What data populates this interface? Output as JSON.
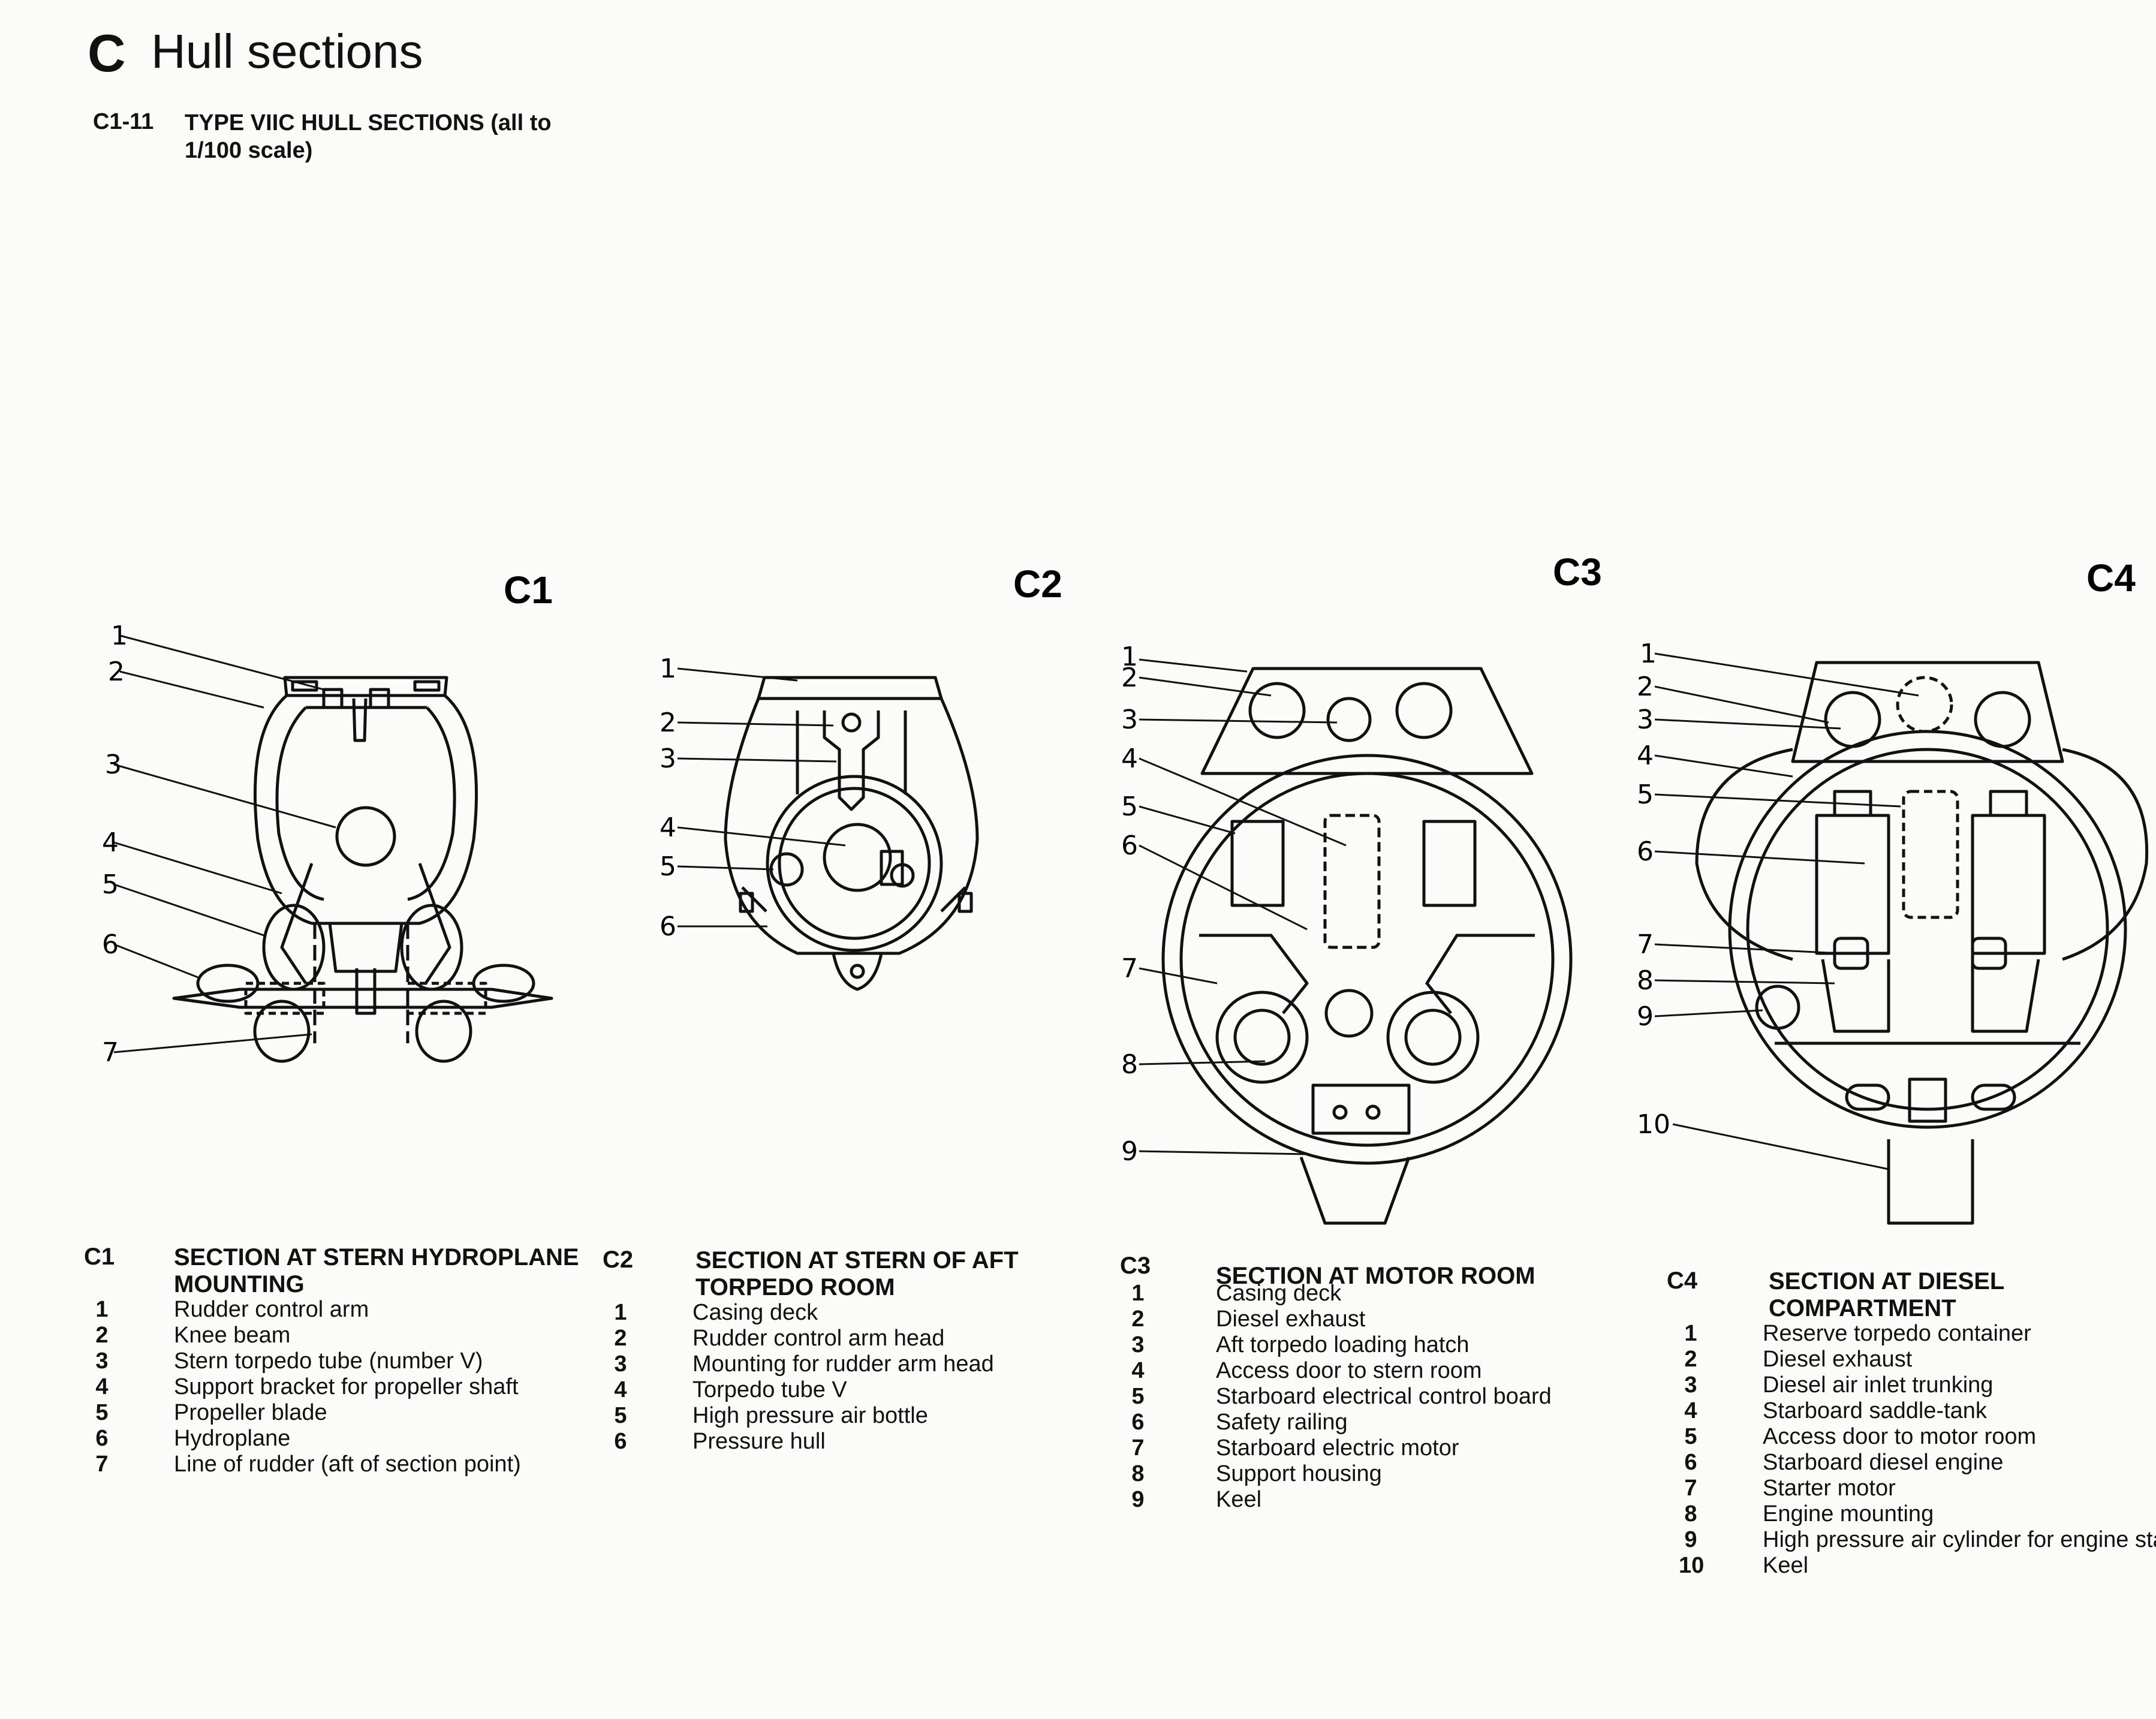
{
  "header": {
    "letter": "C",
    "title": "Hull sections"
  },
  "figure": {
    "number": "C1-11",
    "caption": "TYPE VIIC HULL SECTIONS (all to 1/100 scale)"
  },
  "sections": [
    {
      "id": "C1",
      "title": "SECTION AT STERN HYDROPLANE MOUNTING",
      "items": [
        {
          "n": "1",
          "text": "Rudder control arm"
        },
        {
          "n": "2",
          "text": "Knee beam"
        },
        {
          "n": "3",
          "text": "Stern torpedo tube (number V)"
        },
        {
          "n": "4",
          "text": "Support bracket for propeller shaft"
        },
        {
          "n": "5",
          "text": "Propeller blade"
        },
        {
          "n": "6",
          "text": "Hydroplane"
        },
        {
          "n": "7",
          "text": "Line of rudder (aft of section point)"
        }
      ]
    },
    {
      "id": "C2",
      "title": "SECTION AT STERN OF AFT TORPEDO ROOM",
      "items": [
        {
          "n": "1",
          "text": "Casing deck"
        },
        {
          "n": "2",
          "text": "Rudder control arm head"
        },
        {
          "n": "3",
          "text": "Mounting for rudder arm head"
        },
        {
          "n": "4",
          "text": "Torpedo tube V"
        },
        {
          "n": "5",
          "text": "High pressure air bottle"
        },
        {
          "n": "6",
          "text": "Pressure hull"
        }
      ]
    },
    {
      "id": "C3",
      "title": "SECTION AT MOTOR ROOM",
      "items": [
        {
          "n": "1",
          "text": "Casing deck"
        },
        {
          "n": "2",
          "text": "Diesel exhaust"
        },
        {
          "n": "3",
          "text": "Aft torpedo loading hatch"
        },
        {
          "n": "4",
          "text": "Access door to stern room"
        },
        {
          "n": "5",
          "text": "Starboard electrical control board"
        },
        {
          "n": "6",
          "text": "Safety railing"
        },
        {
          "n": "7",
          "text": "Starboard electric motor"
        },
        {
          "n": "8",
          "text": "Support housing"
        },
        {
          "n": "9",
          "text": "Keel"
        }
      ]
    },
    {
      "id": "C4",
      "title": "SECTION AT DIESEL COMPARTMENT",
      "items": [
        {
          "n": "1",
          "text": "Reserve torpedo container"
        },
        {
          "n": "2",
          "text": "Diesel exhaust"
        },
        {
          "n": "3",
          "text": "Diesel air inlet trunking"
        },
        {
          "n": "4",
          "text": "Starboard saddle-tank"
        },
        {
          "n": "5",
          "text": "Access door to motor room"
        },
        {
          "n": "6",
          "text": "Starboard diesel engine"
        },
        {
          "n": "7",
          "text": "Starter motor"
        },
        {
          "n": "8",
          "text": "Engine mounting"
        },
        {
          "n": "9",
          "text": "High pressure air cylinder for engine starter"
        },
        {
          "n": "10",
          "text": "Keel"
        }
      ]
    }
  ]
}
